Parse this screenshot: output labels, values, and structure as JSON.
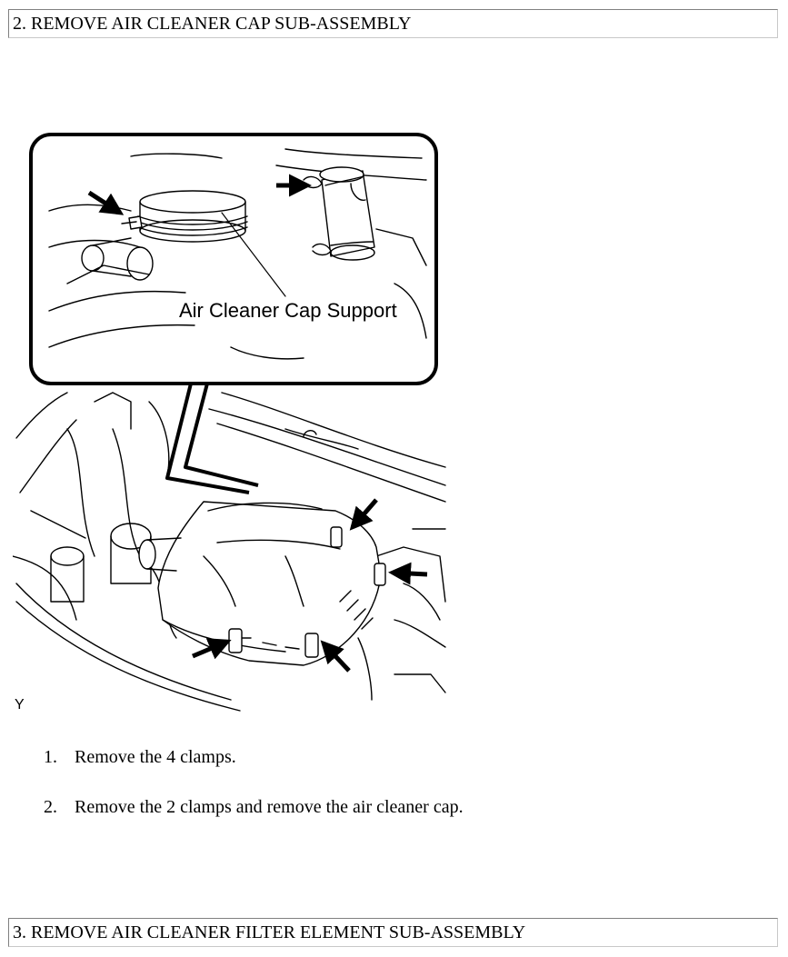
{
  "sections": [
    {
      "title": "2. REMOVE AIR CLEANER CAP SUB-ASSEMBLY"
    },
    {
      "title": "3. REMOVE AIR CLEANER FILTER ELEMENT SUB-ASSEMBLY"
    }
  ],
  "figure": {
    "callout_label": "Air Cleaner Cap Support",
    "corner_code": "Y"
  },
  "steps": [
    {
      "number": "1.",
      "text": "Remove the 4 clamps."
    },
    {
      "number": "2.",
      "text": "Remove the 2 clamps and remove the air cleaner cap."
    }
  ]
}
